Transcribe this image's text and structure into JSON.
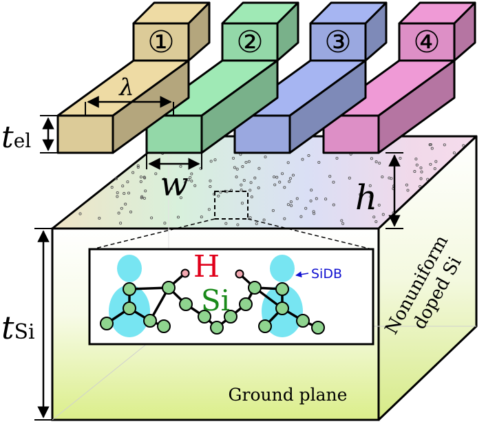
{
  "colors": {
    "electrode_1": "#dccb98",
    "electrode_2": "#93d8a8",
    "electrode_3": "#9aa8e0",
    "electrode_4": "#dd8fc6",
    "substrate_top": "#ffffff",
    "substrate_bottom": "#dbee8a",
    "sidb_lobe": "#5fe0f0",
    "si_atom": "#8fd48f",
    "bond": "#2e8d8f",
    "h_label": "#e0001a",
    "si_label": "#1a8a1a",
    "sidb_label": "#1010d0"
  },
  "electrodes": [
    {
      "label": "①"
    },
    {
      "label": "②"
    },
    {
      "label": "③"
    },
    {
      "label": "④"
    }
  ],
  "dimensions": {
    "lambda": "λ",
    "w": "w",
    "h": "h",
    "t_el_main": "t",
    "t_el_sub": "el",
    "t_si_main": "t",
    "t_si_sub": "Si"
  },
  "inset": {
    "h_label": "H",
    "si_label": "Si",
    "sidb_label": "SiDB"
  },
  "substrate": {
    "side_label_line1": "Nonuniform",
    "side_label_line2": "doped Si",
    "ground_label": "Ground plane"
  }
}
